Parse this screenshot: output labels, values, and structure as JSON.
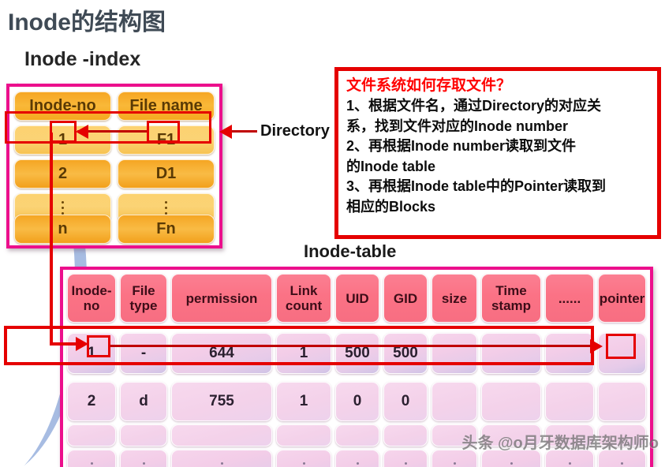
{
  "page": {
    "title": "Inode的结构图",
    "watermark": "头条 @o月牙数据库架构师o"
  },
  "labels": {
    "inode_index": "Inode -index",
    "inode_table": "Inode-table",
    "directory": "Directory"
  },
  "colors": {
    "panel_border": "#ec0f8c",
    "highlight_red": "#e50000",
    "index_header": "#f6a623",
    "table_header": "#fb7285",
    "title_text": "#3f4a55",
    "question_title": "#ff0000",
    "background_curve": "#a7bce2"
  },
  "inode_index": {
    "headers": [
      "Inode-no",
      "File name"
    ],
    "rows": [
      {
        "inode_no": "1",
        "file_name": "F1",
        "highlighted": true
      },
      {
        "inode_no": "2",
        "file_name": "D1",
        "highlighted": false
      },
      {
        "inode_no": "⋮",
        "file_name": "⋮",
        "highlighted": false
      },
      {
        "inode_no": "n",
        "file_name": "Fn",
        "highlighted": false
      }
    ]
  },
  "inode_table": {
    "headers": [
      "Inode-\nno",
      "File\ntype",
      "permission",
      "Link\ncount",
      "UID",
      "GID",
      "size",
      "Time\nstamp",
      "......",
      "pointer"
    ],
    "header_lines": [
      [
        "Inode-",
        "no"
      ],
      [
        "File",
        "type"
      ],
      [
        "permission"
      ],
      [
        "Link",
        "count"
      ],
      [
        "UID"
      ],
      [
        "GID"
      ],
      [
        "size"
      ],
      [
        "Time",
        "stamp"
      ],
      [
        "......"
      ],
      [
        "pointer"
      ]
    ],
    "rows": [
      {
        "cells": [
          "1",
          "-",
          "644",
          "1",
          "500",
          "500",
          "",
          "",
          "",
          ""
        ],
        "highlighted": true
      },
      {
        "cells": [
          "2",
          "d",
          "755",
          "1",
          "0",
          "0",
          "",
          "",
          "",
          ""
        ],
        "highlighted": false
      },
      {
        "cells": [
          "",
          "",
          "",
          "",
          "",
          "",
          "",
          "",
          "",
          ""
        ],
        "highlighted": false
      },
      {
        "cells": [
          "⋮",
          "⋮",
          "⋮",
          "⋮",
          "⋮",
          "⋮",
          "⋮",
          "⋮",
          "⋮",
          "⋮"
        ],
        "highlighted": false
      }
    ]
  },
  "question_box": {
    "title": "文件系统如何存取文件？",
    "lines": [
      "1、根据文件名，通过Directory的对应关",
      "系，找到文件对应的Inode number",
      "2、再根据Inode number读取到文件",
      "的Inode table",
      "3、再根据Inode table中的Pointer读取到",
      "相应的Blocks"
    ]
  }
}
